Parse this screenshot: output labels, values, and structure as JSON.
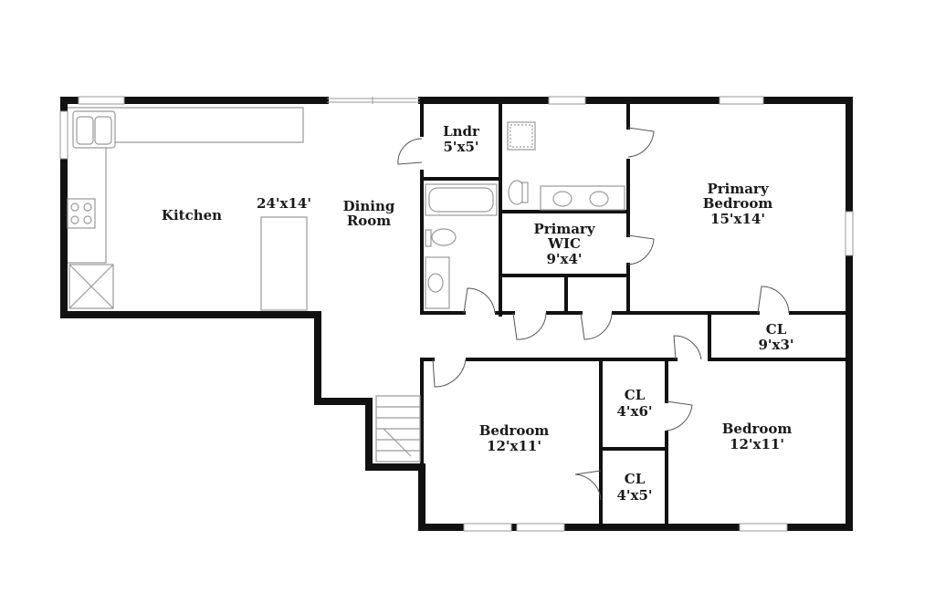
{
  "rooms": {
    "kitchen": {
      "name": "Kitchen",
      "size": "24'x14'"
    },
    "dining": {
      "name_line1": "Dining",
      "name_line2": "Room"
    },
    "laundry": {
      "name": "Lndr",
      "size": "5'x5'"
    },
    "primary_bedroom": {
      "name_line1": "Primary",
      "name_line2": "Bedroom",
      "size": "15'x14'"
    },
    "primary_wic": {
      "name_line1": "Primary",
      "name_line2": "WIC",
      "size": "9'x4'"
    },
    "closet_main": {
      "name": "CL",
      "size": "9'x3'"
    },
    "closet_mid_upper": {
      "name": "CL",
      "size": "4'x6'"
    },
    "closet_mid_lower": {
      "name": "CL",
      "size": "4'x5'"
    },
    "bedroom_left": {
      "name": "Bedroom",
      "size": "12'x11'"
    },
    "bedroom_right": {
      "name": "Bedroom",
      "size": "12'x11'"
    }
  },
  "colors": {
    "wall": "#111111",
    "fixture": "#9a9a9a",
    "background": "#ffffff"
  }
}
